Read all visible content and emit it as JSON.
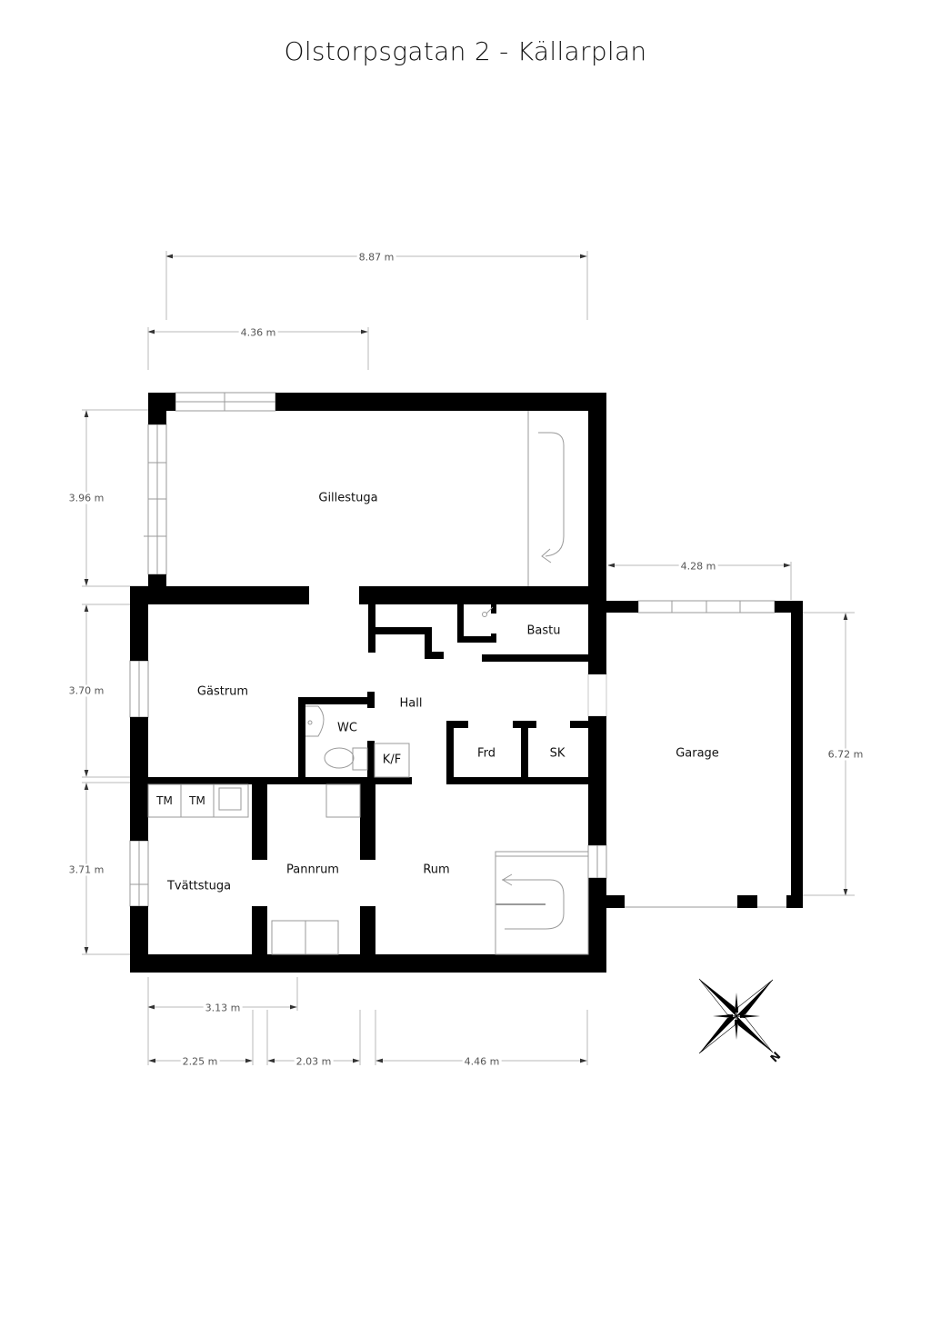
{
  "title": "Olstorpsgatan 2 - Källarplan",
  "rooms": {
    "gillestuga": "Gillestuga",
    "gastrum": "Gästrum",
    "hall": "Hall",
    "bastu": "Bastu",
    "wc": "WC",
    "kf": "K/F",
    "frd": "Frd",
    "sk": "SK",
    "garage": "Garage",
    "tm1": "TM",
    "tm2": "TM",
    "tvattstuga": "Tvättstuga",
    "pannrum": "Pannrum",
    "rum": "Rum"
  },
  "dimensions": {
    "top_total": "8.87 m",
    "top_left": "4.36 m",
    "garage_width": "4.28 m",
    "garage_depth": "6.72 m",
    "left_gillestuga": "3.96 m",
    "left_gastrum": "3.70 m",
    "left_tvattstuga": "3.71 m",
    "bottom_313": "3.13 m",
    "bottom_225": "2.25 m",
    "bottom_203": "2.03 m",
    "bottom_446": "4.46 m"
  },
  "compass": {
    "north_label": "N"
  },
  "colors": {
    "wall": "#000000",
    "dim_line": "#b0b0b0",
    "fixture": "#9a9a9a"
  }
}
